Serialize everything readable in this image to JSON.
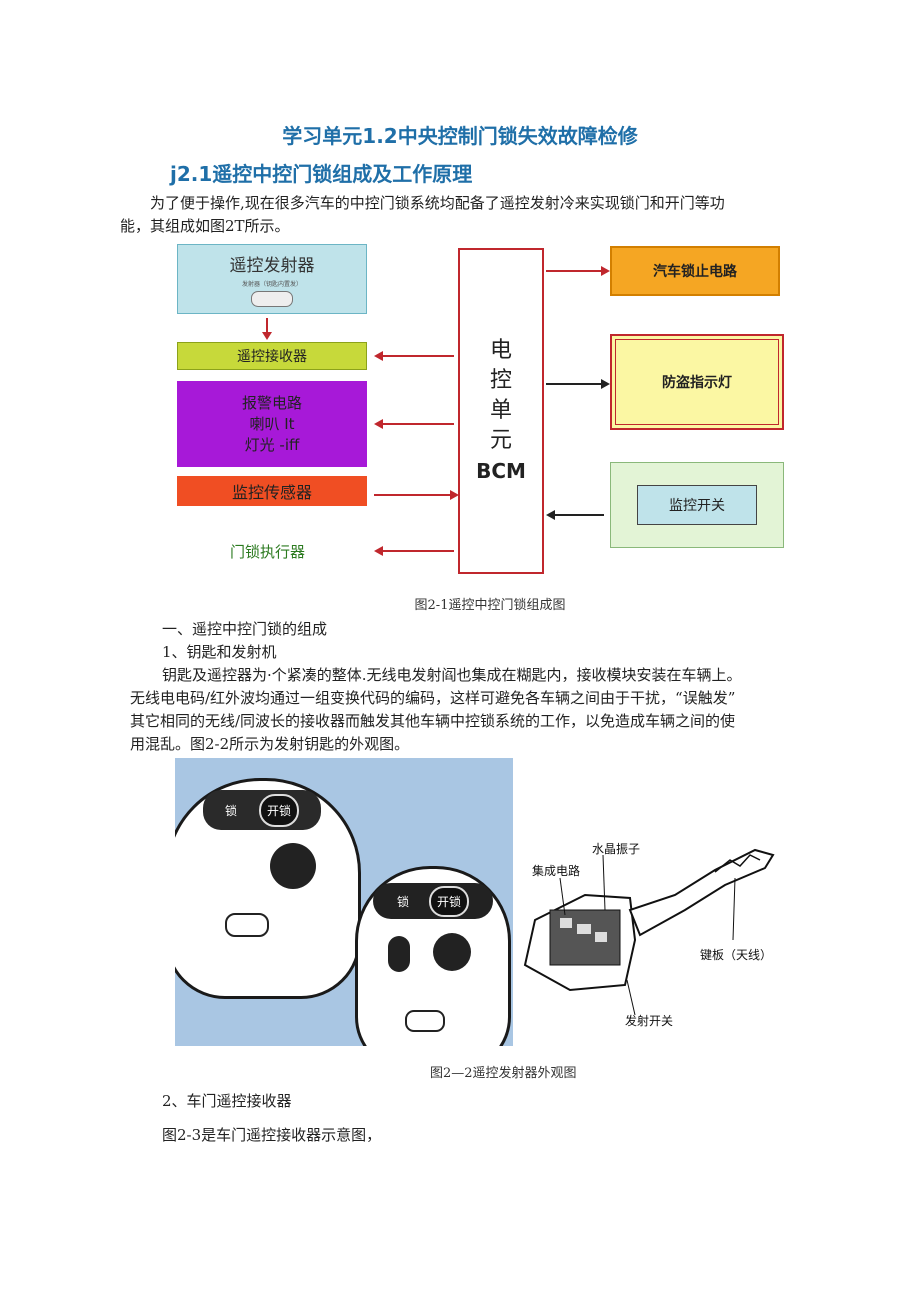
{
  "doc": {
    "title": "学习单元1.2中央控制门锁失效故障检修",
    "subtitle": "j2.1遥控中控门锁组成及工作原理",
    "intro_line1": "为了便于操作,现在很多汽车的中控门锁系统均配备了遥控发射冷来实现锁门和开门等功",
    "intro_line2": "能，其组成如图2T所示。",
    "fig1_caption": "图2-1遥控中控门锁组成图",
    "section1": "一、遥控中控门锁的组成",
    "section1_1": "1、钥匙和发射机",
    "body_line1": "钥匙及遥控器为·个紧凑的整体.无线电发射阎也集成在糊匙内，接收模块安装在车辆上。",
    "body_line2": "无线电电码/红外波均通过一组变换代码的编码，这样可避免各车辆之间由于干扰，“误触发”",
    "body_line3": "其它相同的无线/同波长的接收器而触发其他车辆中控锁系统的工作，以免造成车辆之间的使",
    "body_line4": "用混乱。图2-2所示为发射钥匙的外观图。",
    "fig2_caption": "图2—2遥控发射器外观图",
    "section2": "2、车门遥控接收器",
    "section2_text": "图2-3是车门遥控接收器示意图，"
  },
  "diagram1": {
    "remote_tx": "遥控发射器",
    "remote_tx_small": "发射器（钥匙内置发）",
    "receiver": "遥控接收器",
    "alarm_line1": "报警电路",
    "alarm_line2": "喇叭 It",
    "alarm_line3": "灯光 -iff",
    "monitor_sensor": "监控传感器",
    "door_actuator": "门锁执行器",
    "ecu_chars": [
      "电",
      "控",
      "单",
      "元"
    ],
    "ecu_bcm": "BCM",
    "lock_circuit": "汽车锁止电路",
    "antitheft_lamp": "防盗指示灯",
    "monitor_switch": "监控开关"
  },
  "figure2": {
    "lock_label": "锁",
    "unlock_label": "开锁",
    "crystal": "水晶振子",
    "ic": "集成电路",
    "key_blade": "键板（天线）",
    "tx_switch": "发射开关"
  },
  "colors": {
    "title_blue": "#1f6fa8",
    "arrow_red": "#c0272d",
    "orange": "#f5a623",
    "purple": "#a719d8",
    "red_orange": "#f04e23",
    "yellow_green": "#c7d93a",
    "light_blue": "#bfe3ea",
    "light_yellow": "#fbf7a3",
    "light_green": "#e3f4d6",
    "photo_blue": "#a9c6e3"
  }
}
